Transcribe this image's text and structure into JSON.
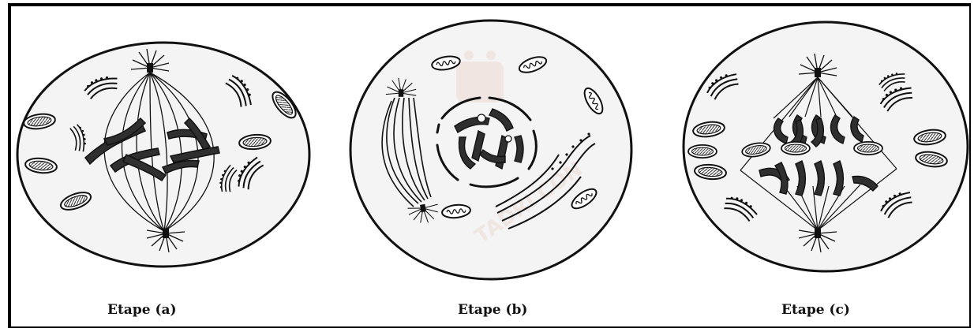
{
  "figure": {
    "stages": [
      {
        "id": "a",
        "label": "Etape (a)"
      },
      {
        "id": "b",
        "label": "Etape (b)"
      },
      {
        "id": "c",
        "label": "Etape (c)"
      }
    ]
  },
  "colors": {
    "ink": "#111111",
    "cytoplasm": "#f4f4f4",
    "chromosome": "#2f2f2f",
    "frame": "#000000"
  }
}
